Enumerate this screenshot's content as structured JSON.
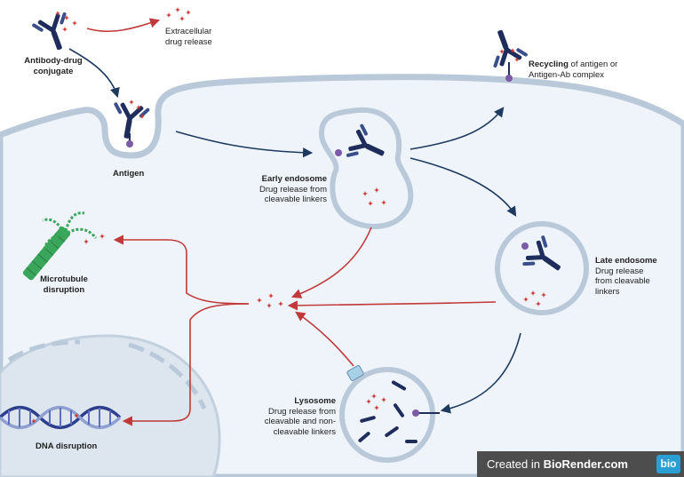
{
  "labels": {
    "adc": "Antibody-drug\nconjugate",
    "extracellular": "Extracellular\ndrug release",
    "recycling_bold": "Recycling",
    "recycling_rest": " of antigen or\nAntigen-Ab complex",
    "antigen": "Antigen",
    "early_title": "Early endosome",
    "early_desc": "Drug release from\ncleavable linkers",
    "late_title": "Late endosome",
    "late_desc": "Drug release\nfrom cleavable\nlinkers",
    "micro": "Microtubule\ndisruption",
    "lyso_title": "Lysosome",
    "lyso_desc": "Drug release from\ncleavable and non-\ncleavable linkers",
    "dna": "DNA disruption"
  },
  "badge": {
    "prefix": "Created in ",
    "brand": "BioRender.com",
    "logo": "bio"
  },
  "colors": {
    "navy": "#1f2d5c",
    "drug_red": "#c9302c",
    "arrow_blue": "#1f3a5f",
    "arrow_red": "#c0393b",
    "membrane": "#b9c9d9",
    "cell_fill": "#eef4fa",
    "nucleus": "#dde5ee",
    "antigen_purple": "#7b5aa6"
  }
}
